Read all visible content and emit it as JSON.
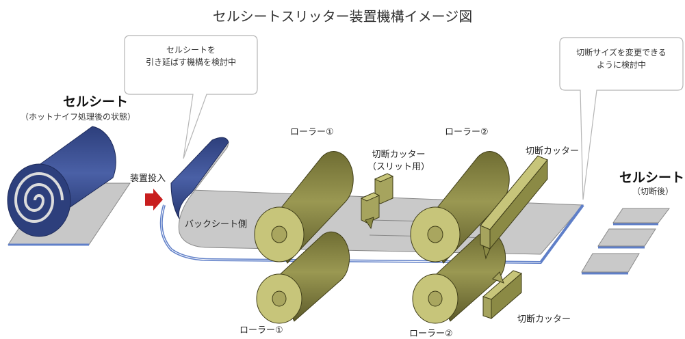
{
  "title": "セルシートスリッター装置機構イメージ図",
  "left_sheet": {
    "label": "セルシート",
    "sub": "（ホットナイフ処理後の状態）"
  },
  "right_sheet": {
    "label": "セルシート",
    "sub": "（切断後）"
  },
  "bubbles": {
    "left": [
      "セルシートを",
      "引き延ばす機構を検討中"
    ],
    "right": [
      "切断サイズを変更できる",
      "ように検討中"
    ]
  },
  "labels": {
    "input": "装置投入",
    "back_side": "バックシート側",
    "roller1_top": "ローラー①",
    "roller1_bottom": "ローラー①",
    "roller2_top": "ローラー②",
    "roller2_bottom": "ローラー②",
    "slit_cutter": [
      "切断カッター",
      "（スリット用）"
    ],
    "cutter_top": "切断カッター",
    "cutter_bottom": "切断カッター"
  },
  "colors": {
    "roll_blue": "#3b4f8f",
    "sheet_grey": "#c9c9c9",
    "roller_olive": "#8b8a45",
    "roller_end": "#c7c57a",
    "arrow_red": "#c81e1e"
  }
}
